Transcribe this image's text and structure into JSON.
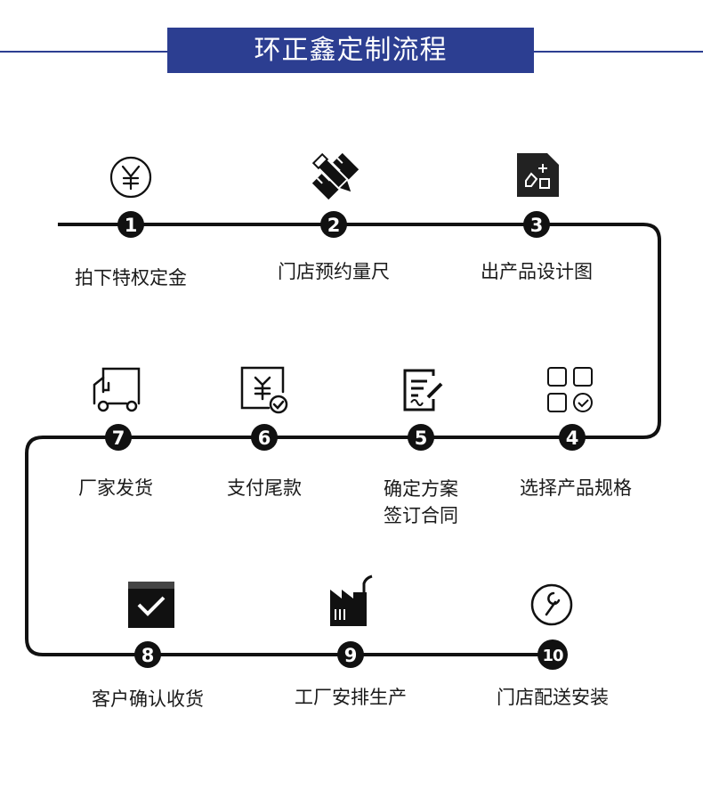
{
  "title": "环正鑫定制流程",
  "colors": {
    "brand": "#2c3e91",
    "line": "#111111"
  },
  "steps": [
    {
      "num": "1",
      "label": "拍下特权定金",
      "icon": "yen-coin-icon"
    },
    {
      "num": "2",
      "label": "门店预约量尺",
      "icon": "ruler-pencil-icon"
    },
    {
      "num": "3",
      "label": "出产品设计图",
      "icon": "design-doc-icon"
    },
    {
      "num": "4",
      "label": "选择产品规格",
      "icon": "grid-check-icon"
    },
    {
      "num": "5",
      "label_line1": "确定方案",
      "label_line2": "签订合同",
      "icon": "contract-sign-icon"
    },
    {
      "num": "6",
      "label": "支付尾款",
      "icon": "yen-receipt-icon"
    },
    {
      "num": "7",
      "label": "厂家发货",
      "icon": "delivery-truck-icon"
    },
    {
      "num": "8",
      "label": "客户确认收货",
      "icon": "check-box-icon"
    },
    {
      "num": "9",
      "label": "工厂安排生产",
      "icon": "factory-icon"
    },
    {
      "num": "10",
      "label": "门店配送安装",
      "icon": "wrench-icon"
    }
  ]
}
